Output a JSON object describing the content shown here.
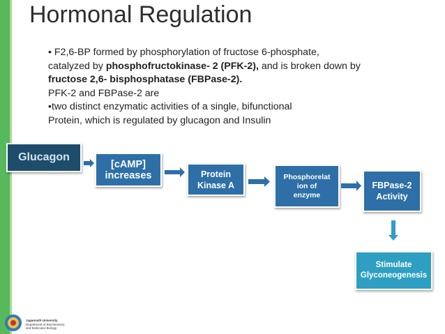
{
  "slide": {
    "title": "Hormonal Regulation",
    "bullet1_prefix": "• F2,6-BP formed by phosphorylation of fructose 6-phosphate,",
    "bullet1_line2_a": "catalyzed by ",
    "bullet1_line2_b": "phosphofructokinase- 2 (PFK-2),",
    "bullet1_line2_c": " and is broken down by",
    "bullet1_line3": "fructose 2,6- bisphosphatase (FBPase-2).",
    "line4": "PFK-2 and FBPase-2 are",
    "bullet2_line1": "•two distinct enzymatic activities of a single, bifunctional",
    "bullet2_line2": "Protein, which is regulated by glucagon and Insulin"
  },
  "flow": {
    "glucagon": "Glucagon",
    "camp_l1": "[cAMP]",
    "camp_l2": "increases",
    "pka_l1": "Protein",
    "pka_l2": "Kinase A",
    "phos_l1": "Phosphorelat",
    "phos_l2": "ion of",
    "phos_l3": "enzyme",
    "fbp_l1": "FBPase-2",
    "fbp_l2": "Activity",
    "stim_l1": "Stimulate",
    "stim_l2": "Glyconeogenesis"
  },
  "footer": {
    "logo_line1": "Jagannath University",
    "logo_line2": "Department of Biochemistry",
    "logo_line3": "and Molecular Biology"
  },
  "colors": {
    "accent_green": "#58b85c",
    "box_dark": "#1e4d6b",
    "box_blue": "#2d6fa6",
    "box_teal": "#2e9fc2"
  }
}
